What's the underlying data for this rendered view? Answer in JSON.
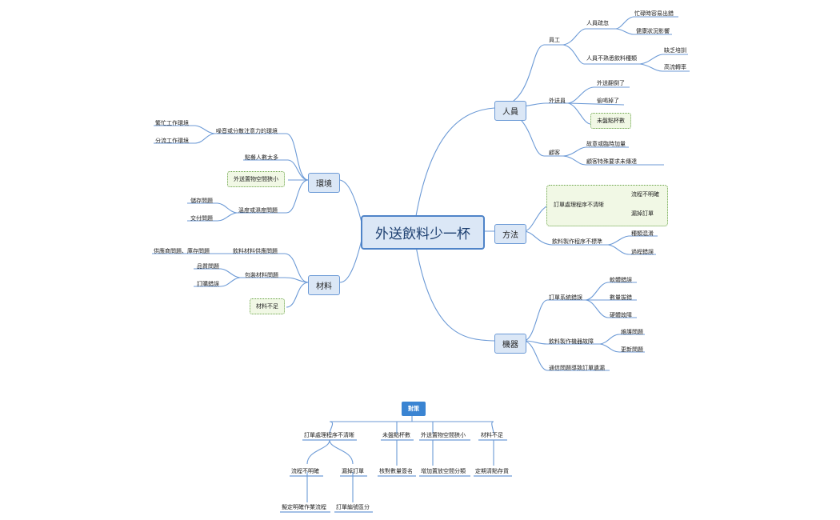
{
  "root": "外送飲料少一杯",
  "branches": {
    "people": {
      "label": "人員",
      "staff": {
        "label": "員工",
        "negligence": {
          "label": "人員疏忽",
          "children": [
            "忙碌時容易出錯",
            "健康狀況影響"
          ]
        },
        "unfamiliar": {
          "label": "人員不熟悉飲料種類",
          "children": [
            "缺乏培訓",
            "高流轉率"
          ]
        }
      },
      "delivery": {
        "label": "外送員",
        "children": [
          "外送翻倒了",
          "偷喝掉了",
          "未盤點杯數"
        ]
      },
      "customer": {
        "label": "顧客",
        "children": [
          "故意或臨時加量",
          "顧客特殊要求未傳達"
        ]
      }
    },
    "method": {
      "label": "方法",
      "order_process": {
        "label": "訂單處理程序不清晰",
        "children": [
          "流程不明確",
          "漏掉訂單"
        ]
      },
      "make_process": {
        "label": "飲料製作程序不標準",
        "children": [
          "種類混淆",
          "過程錯誤"
        ]
      }
    },
    "machine": {
      "label": "機器",
      "order_system": {
        "label": "訂單系統錯誤",
        "children": [
          "軟體錯誤",
          "數量拔錯",
          "硬體故障"
        ]
      },
      "make_machine": {
        "label": "飲料製作機器故障",
        "children": [
          "維護問題",
          "更新問題"
        ]
      },
      "comm": {
        "label": "通信問題導致訂單遺漏"
      }
    },
    "environment": {
      "label": "環境",
      "noisy": {
        "label": "噪音或分散注意力的環境",
        "children": [
          "繁忙工作環境",
          "分流工作環境"
        ]
      },
      "too_many": {
        "label": "點餐人數太多"
      },
      "small_space": {
        "label": "外送置物空間狹小"
      },
      "temp": {
        "label": "溫度或濕度問題",
        "children": [
          "儲存問題",
          "交付問題"
        ]
      }
    },
    "material": {
      "label": "材料",
      "supply": {
        "label": "飲料材料供應問題",
        "children": [
          "供應商問題、庫存問題"
        ]
      },
      "packaging": {
        "label": "包裝材料問題",
        "children": [
          "品質問題",
          "訂購錯誤"
        ]
      },
      "shortage": {
        "label": "材料不足"
      }
    }
  },
  "countermeasures": {
    "label": "對策",
    "items": [
      {
        "label": "訂單處理程序不清晰",
        "children": [
          {
            "label": "流程不明確",
            "child": "擬定明確作業流程"
          },
          {
            "label": "漏掉訂單",
            "child": "訂單編號區分"
          }
        ]
      },
      {
        "label": "未盤點杯數",
        "child": "核對數量簽名"
      },
      {
        "label": "外送置物空間狹小",
        "child": "增加置放空間分類"
      },
      {
        "label": "材料不足",
        "child": "定期清點存貨"
      }
    ]
  }
}
